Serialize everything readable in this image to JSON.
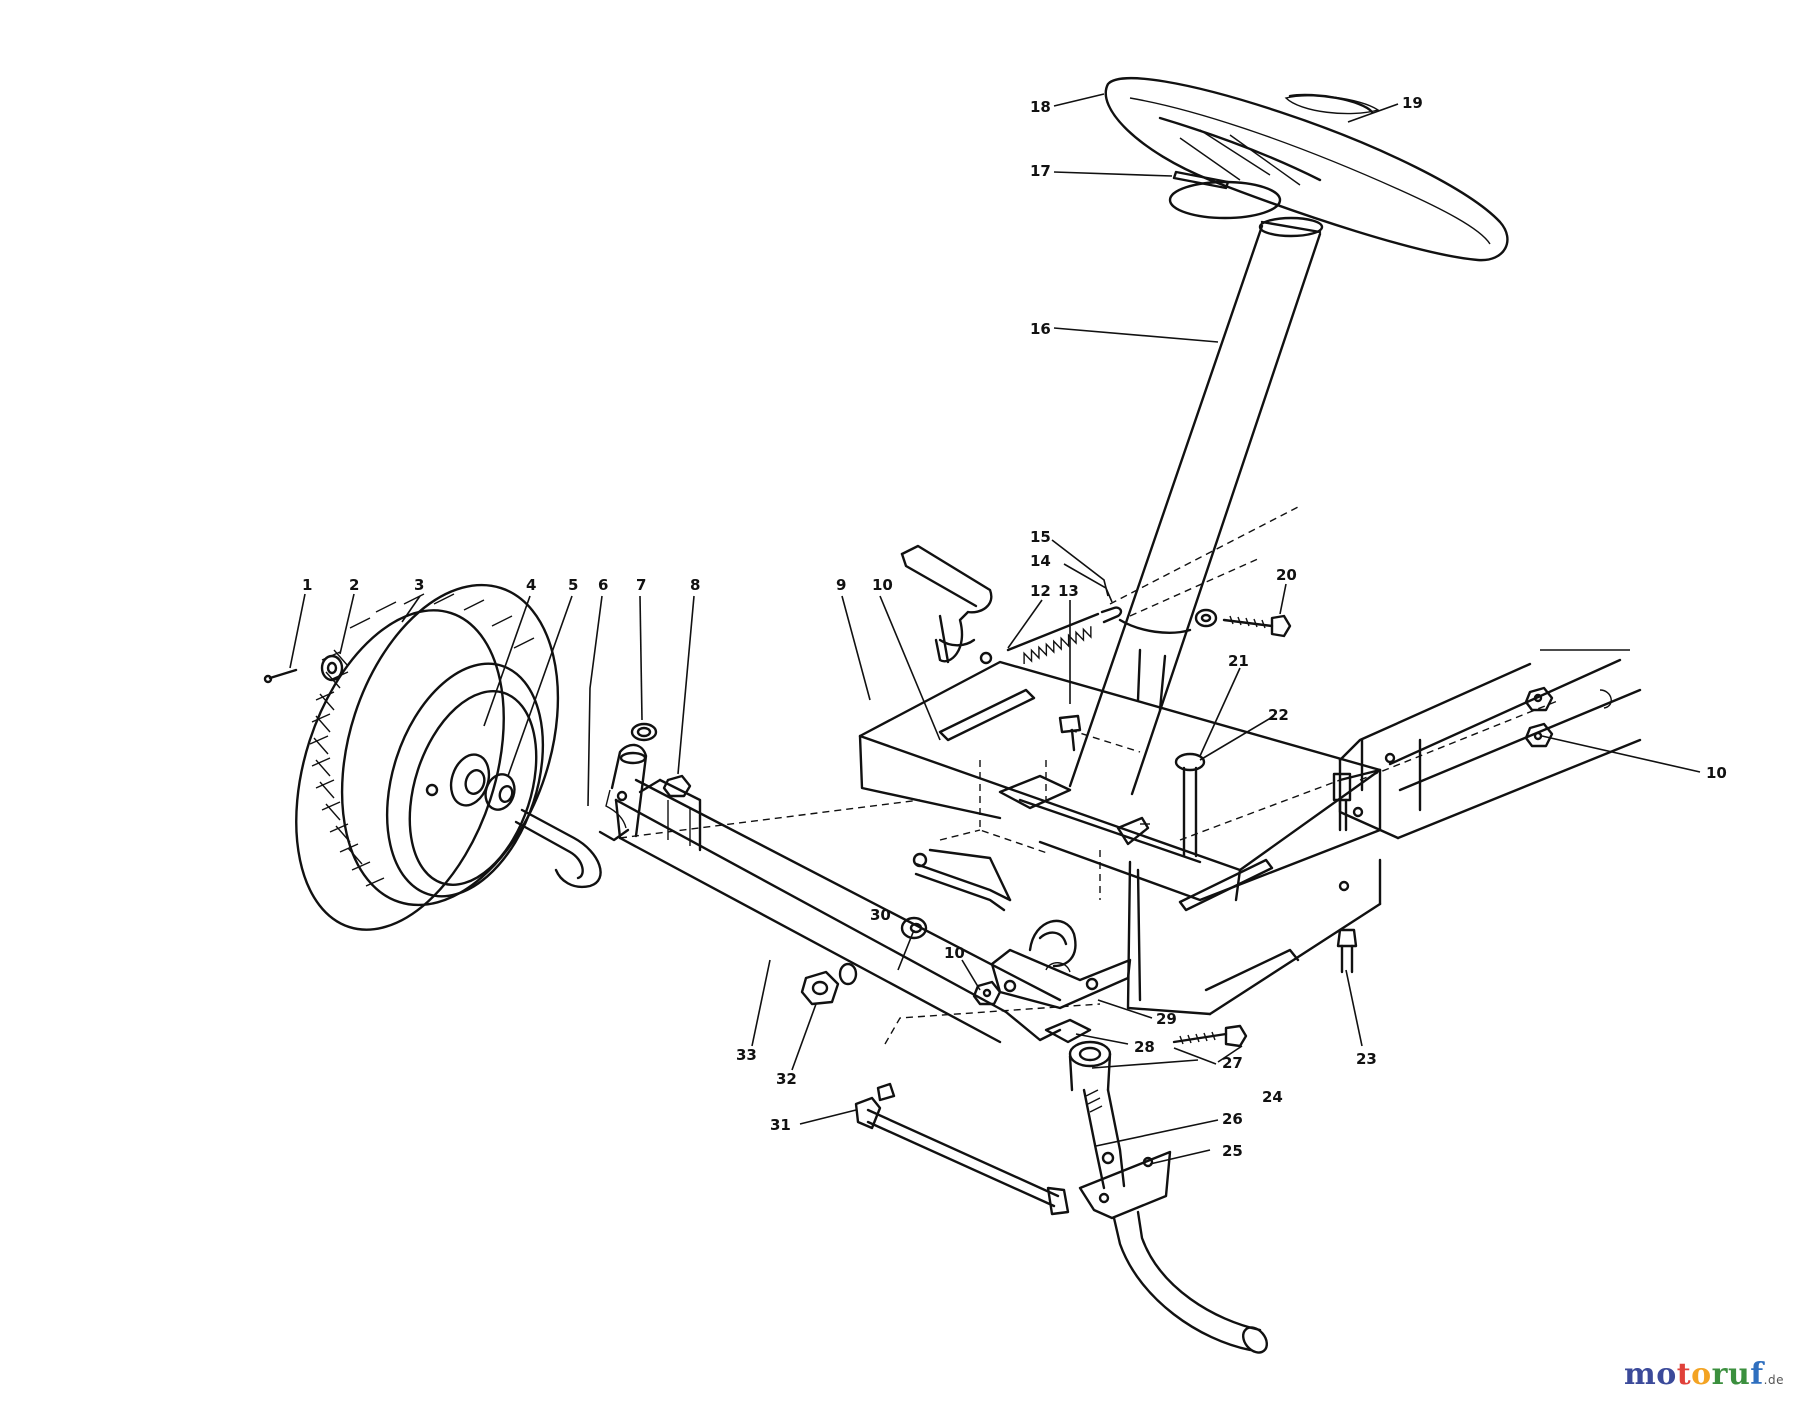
{
  "callouts": [
    {
      "id": "1",
      "label": "1"
    },
    {
      "id": "2",
      "label": "2"
    },
    {
      "id": "3",
      "label": "3"
    },
    {
      "id": "4",
      "label": "4"
    },
    {
      "id": "5",
      "label": "5"
    },
    {
      "id": "6",
      "label": "6"
    },
    {
      "id": "7",
      "label": "7"
    },
    {
      "id": "8",
      "label": "8"
    },
    {
      "id": "9",
      "label": "9"
    },
    {
      "id": "10a",
      "label": "10"
    },
    {
      "id": "10b",
      "label": "10"
    },
    {
      "id": "10c",
      "label": "10"
    },
    {
      "id": "12",
      "label": "12"
    },
    {
      "id": "13",
      "label": "13"
    },
    {
      "id": "14",
      "label": "14"
    },
    {
      "id": "15",
      "label": "15"
    },
    {
      "id": "16",
      "label": "16"
    },
    {
      "id": "17",
      "label": "17"
    },
    {
      "id": "18",
      "label": "18"
    },
    {
      "id": "19",
      "label": "19"
    },
    {
      "id": "20",
      "label": "20"
    },
    {
      "id": "21",
      "label": "21"
    },
    {
      "id": "22",
      "label": "22"
    },
    {
      "id": "23",
      "label": "23"
    },
    {
      "id": "24",
      "label": "24"
    },
    {
      "id": "25",
      "label": "25"
    },
    {
      "id": "26",
      "label": "26"
    },
    {
      "id": "27",
      "label": "27"
    },
    {
      "id": "28",
      "label": "28"
    },
    {
      "id": "29",
      "label": "29"
    },
    {
      "id": "30",
      "label": "30"
    },
    {
      "id": "31",
      "label": "31"
    },
    {
      "id": "32",
      "label": "32"
    },
    {
      "id": "33",
      "label": "33"
    }
  ],
  "watermark": {
    "part_a": "mo",
    "part_b": "t",
    "part_c": "o",
    "part_d": "ru",
    "part_e": "f",
    "tld": ".de"
  }
}
